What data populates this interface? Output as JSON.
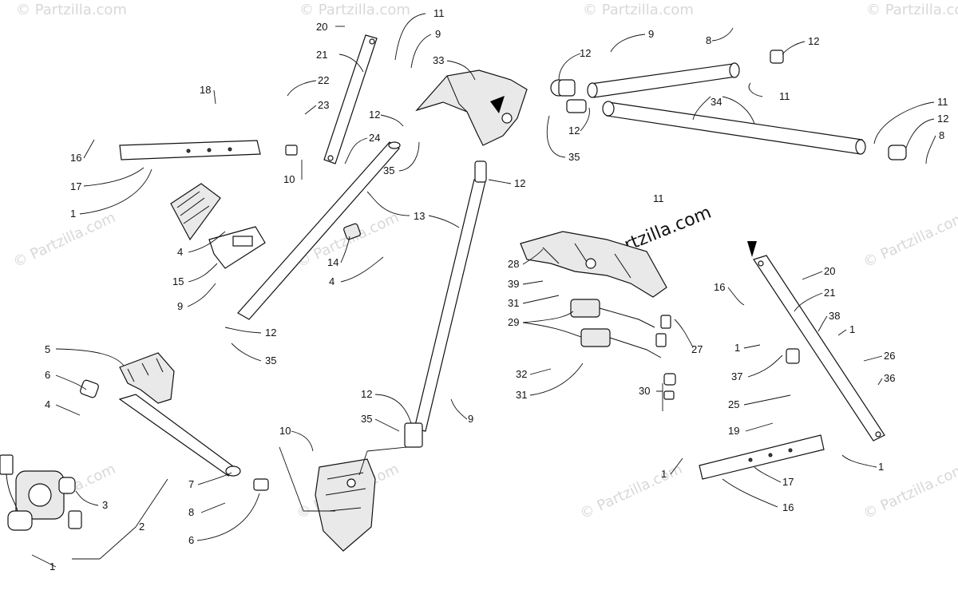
{
  "watermark": {
    "text": "© Partzilla.com"
  },
  "callouts": [
    {
      "id": "c1",
      "label": "11"
    },
    {
      "id": "c2",
      "label": "20"
    },
    {
      "id": "c3",
      "label": "9"
    },
    {
      "id": "c4",
      "label": "21"
    },
    {
      "id": "c5",
      "label": "33"
    },
    {
      "id": "c6",
      "label": "22"
    },
    {
      "id": "c7",
      "label": "23"
    },
    {
      "id": "c8",
      "label": "18"
    },
    {
      "id": "c9",
      "label": "12"
    },
    {
      "id": "c10",
      "label": "24"
    },
    {
      "id": "c11",
      "label": "16"
    },
    {
      "id": "c12",
      "label": "17"
    },
    {
      "id": "c13",
      "label": "10"
    },
    {
      "id": "c14",
      "label": "35"
    },
    {
      "id": "c15",
      "label": "1"
    },
    {
      "id": "c16",
      "label": "13"
    },
    {
      "id": "c17",
      "label": "12"
    },
    {
      "id": "c18",
      "label": "4"
    },
    {
      "id": "c19",
      "label": "14"
    },
    {
      "id": "c20",
      "label": "15"
    },
    {
      "id": "c21",
      "label": "4"
    },
    {
      "id": "c22",
      "label": "9"
    },
    {
      "id": "c23",
      "label": "12"
    },
    {
      "id": "c24",
      "label": "35"
    },
    {
      "id": "c25",
      "label": "12"
    },
    {
      "id": "c26",
      "label": "9"
    },
    {
      "id": "c27",
      "label": "11"
    },
    {
      "id": "c28",
      "label": "34"
    },
    {
      "id": "c29",
      "label": "12"
    },
    {
      "id": "c30",
      "label": "35"
    },
    {
      "id": "c31",
      "label": "8"
    },
    {
      "id": "c32",
      "label": "12"
    },
    {
      "id": "c33",
      "label": "11"
    },
    {
      "id": "c34",
      "label": "12"
    },
    {
      "id": "c35",
      "label": "8"
    },
    {
      "id": "c36",
      "label": "11"
    },
    {
      "id": "c37",
      "label": "28"
    },
    {
      "id": "c38",
      "label": "39"
    },
    {
      "id": "c39",
      "label": "31"
    },
    {
      "id": "c40",
      "label": "29"
    },
    {
      "id": "c41",
      "label": "32"
    },
    {
      "id": "c42",
      "label": "31"
    },
    {
      "id": "c43",
      "label": "27"
    },
    {
      "id": "c44",
      "label": "30"
    },
    {
      "id": "c45",
      "label": "20"
    },
    {
      "id": "c46",
      "label": "16"
    },
    {
      "id": "c47",
      "label": "21"
    },
    {
      "id": "c48",
      "label": "38"
    },
    {
      "id": "c49",
      "label": "1"
    },
    {
      "id": "c50",
      "label": "1"
    },
    {
      "id": "c51",
      "label": "26"
    },
    {
      "id": "c52",
      "label": "37"
    },
    {
      "id": "c53",
      "label": "36"
    },
    {
      "id": "c54",
      "label": "25"
    },
    {
      "id": "c55",
      "label": "19"
    },
    {
      "id": "c56",
      "label": "1"
    },
    {
      "id": "c57",
      "label": "1"
    },
    {
      "id": "c58",
      "label": "17"
    },
    {
      "id": "c59",
      "label": "16"
    },
    {
      "id": "c60",
      "label": "5"
    },
    {
      "id": "c61",
      "label": "6"
    },
    {
      "id": "c62",
      "label": "4"
    },
    {
      "id": "c63",
      "label": "3"
    },
    {
      "id": "c64",
      "label": "2"
    },
    {
      "id": "c65",
      "label": "7"
    },
    {
      "id": "c66",
      "label": "8"
    },
    {
      "id": "c67",
      "label": "6"
    },
    {
      "id": "c68",
      "label": "1"
    },
    {
      "id": "c69",
      "label": "10"
    },
    {
      "id": "c70",
      "label": "12"
    },
    {
      "id": "c71",
      "label": "35"
    },
    {
      "id": "c72",
      "label": "9"
    }
  ]
}
